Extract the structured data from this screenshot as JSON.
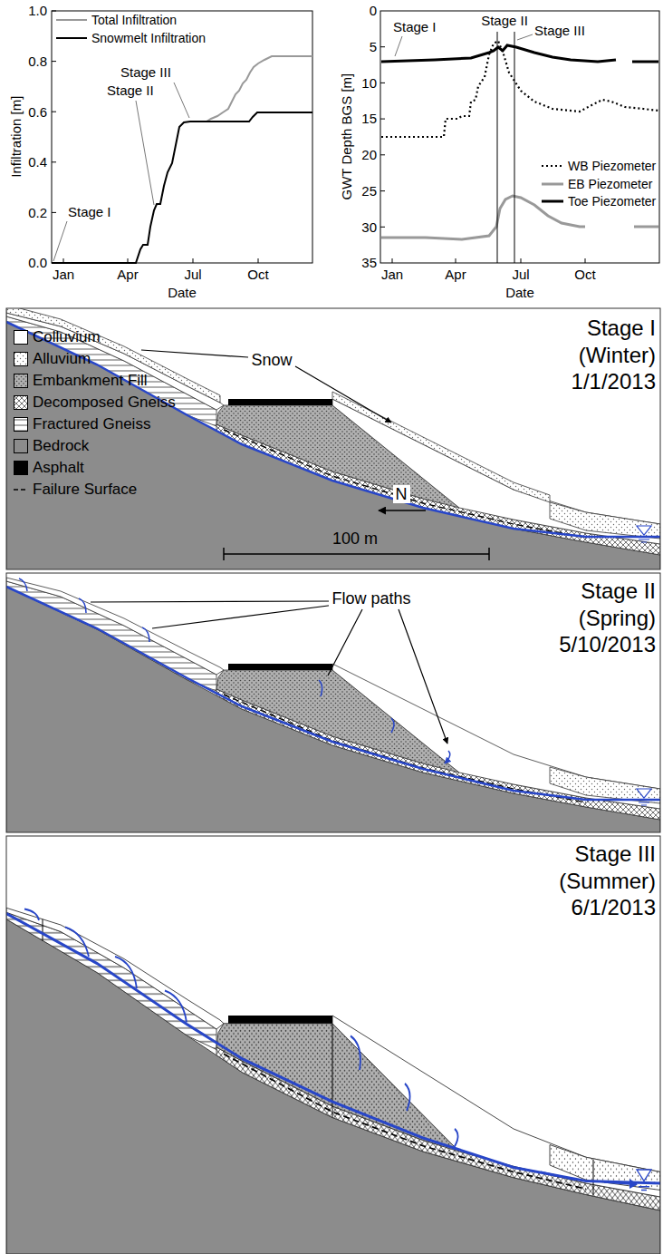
{
  "diagram": {
    "labels": [
      "1.0",
      "0.8",
      "0.6",
      "0.4",
      "0.2",
      "0.0",
      "Jan",
      "Apr",
      "Jul",
      "Oct",
      "Date",
      "Infiltration [m]",
      "Stage I",
      "Stage II",
      "Stage III",
      "0",
      "5",
      "10",
      "15",
      "20",
      "25",
      "30",
      "35",
      "Jan",
      "Apr",
      "Jul",
      "Oct",
      "Date",
      "GWT Depth BGS [m]",
      "Stage I",
      "Stage II",
      "Stage III",
      "Snow",
      "N",
      "100 m",
      "Stage I",
      "(Winter)",
      "1/1/2013",
      "Flow paths",
      "Stage II",
      "(Spring)",
      "5/10/2013",
      "Stage III",
      "(Summer)",
      "6/1/2013"
    ],
    "legend": [
      {
        "text": "Total Infiltration"
      },
      {
        "text": "Snowmelt Infiltration"
      },
      {
        "text": "WB Piezometer"
      },
      {
        "text": "EB Piezometer"
      },
      {
        "text": "Toe Piezometer"
      },
      {
        "text": "Colluvium",
        "color": "#ffffff"
      },
      {
        "text": "Alluvium"
      },
      {
        "text": "Embankment Fill"
      },
      {
        "text": "Decomposed Gneiss"
      },
      {
        "text": "Fractured Gneiss"
      },
      {
        "text": "Bedrock",
        "color": "#8c8c8c"
      },
      {
        "text": "Asphalt",
        "color": "#000000"
      },
      {
        "text": "Failure Surface"
      }
    ]
  }
}
